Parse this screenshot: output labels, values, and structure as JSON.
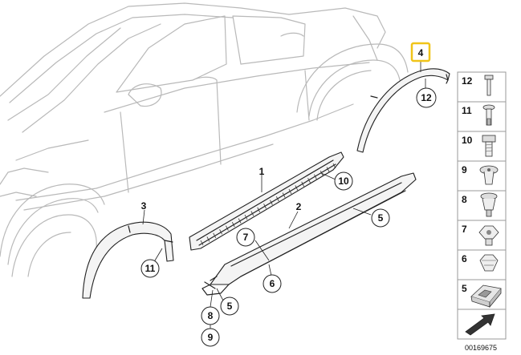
{
  "diagram": {
    "callouts": [
      {
        "id": "c1",
        "label": "1",
        "circled": false
      },
      {
        "id": "c2",
        "label": "2",
        "circled": false
      },
      {
        "id": "c3",
        "label": "3",
        "circled": false
      },
      {
        "id": "c4",
        "label": "4",
        "circled": false,
        "highlighted": true
      },
      {
        "id": "c5a",
        "label": "5",
        "circled": true
      },
      {
        "id": "c5b",
        "label": "5",
        "circled": true
      },
      {
        "id": "c6",
        "label": "6",
        "circled": true
      },
      {
        "id": "c7",
        "label": "7",
        "circled": true
      },
      {
        "id": "c8",
        "label": "8",
        "circled": true
      },
      {
        "id": "c9",
        "label": "9",
        "circled": true
      },
      {
        "id": "c10",
        "label": "10",
        "circled": true
      },
      {
        "id": "c11",
        "label": "11",
        "circled": true
      },
      {
        "id": "c12",
        "label": "12",
        "circled": true
      }
    ],
    "legend": [
      {
        "label": "12",
        "icon": "screw-icon"
      },
      {
        "label": "11",
        "icon": "rivet-icon"
      },
      {
        "label": "10",
        "icon": "bolt-icon"
      },
      {
        "label": "9",
        "icon": "expanding-rivet-icon"
      },
      {
        "label": "8",
        "icon": "push-clip-icon"
      },
      {
        "label": "7",
        "icon": "clip-nut-icon"
      },
      {
        "label": "6",
        "icon": "clip-icon"
      },
      {
        "label": "5",
        "icon": "holder-icon"
      }
    ],
    "reference_number": "00169675",
    "highlight_color": "#f0c419"
  }
}
